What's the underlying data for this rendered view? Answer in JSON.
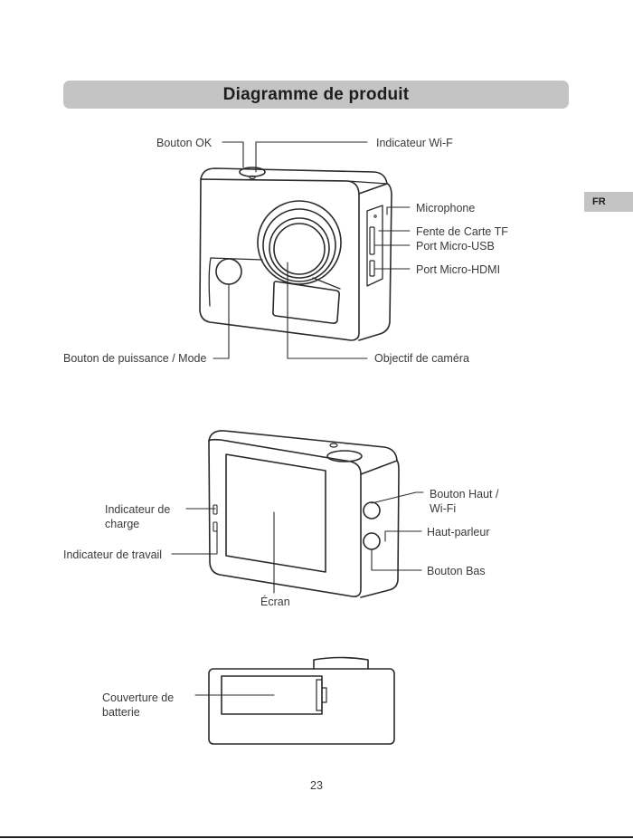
{
  "header": {
    "title": "Diagramme de produit",
    "lang_tab": "FR"
  },
  "front_view": {
    "labels": {
      "ok_button": "Bouton OK",
      "wifi_indicator": "Indicateur Wi-F",
      "microphone": "Microphone",
      "tf_slot": "Fente de Carte TF",
      "micro_usb": "Port Micro-USB",
      "micro_hdmi": "Port Micro-HDMI",
      "power_mode": "Bouton de puissance / Mode",
      "lens": "Objectif de caméra"
    }
  },
  "back_view": {
    "labels": {
      "charge_line1": "Indicateur de",
      "charge_line2": "charge",
      "work_indicator": "Indicateur de travail",
      "up_wifi_line1": "Bouton Haut /",
      "up_wifi_line2": "Wi-Fi",
      "speaker": "Haut-parleur",
      "down_button": "Bouton Bas",
      "screen": "Écran"
    }
  },
  "bottom_view": {
    "labels": {
      "battery_line1": "Couverture de",
      "battery_line2": "batterie"
    }
  },
  "footer": {
    "page_number": "23"
  }
}
